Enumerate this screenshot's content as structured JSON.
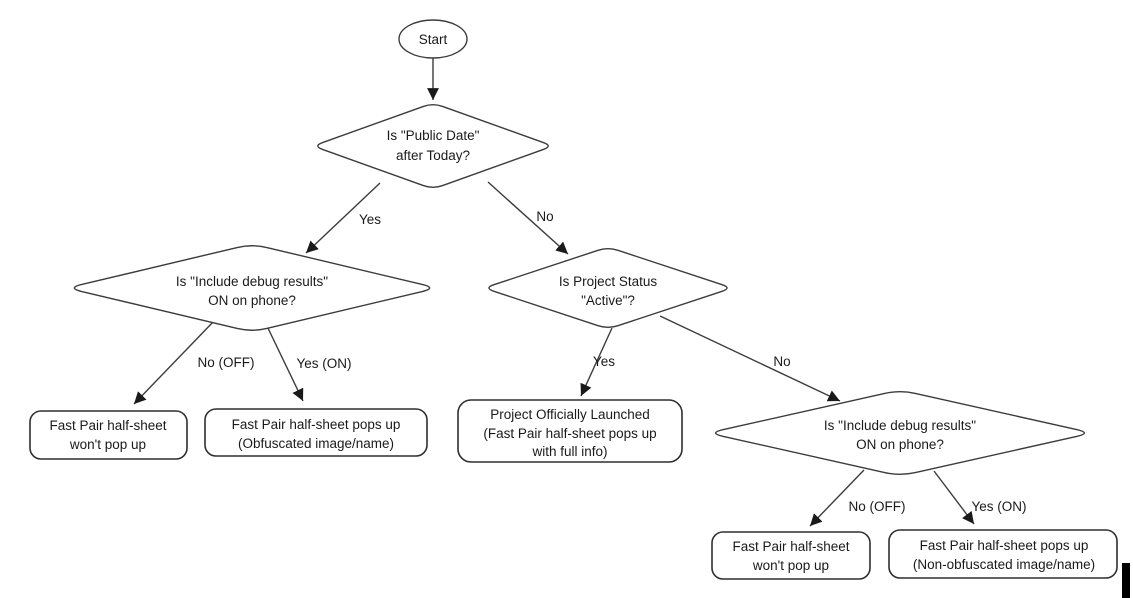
{
  "flow": {
    "start": {
      "label": "Start"
    },
    "decisions": {
      "public_date": {
        "lines": [
          "Is \"Public Date\"",
          "after Today?"
        ]
      },
      "debug_left": {
        "lines": [
          "Is \"Include debug results\"",
          "ON on phone?"
        ]
      },
      "project_status": {
        "lines": [
          "Is Project Status",
          "\"Active\"?"
        ]
      },
      "debug_right": {
        "lines": [
          "Is \"Include debug results\"",
          "ON on phone?"
        ]
      }
    },
    "outcomes": {
      "no_popup_left": {
        "lines": [
          "Fast Pair half-sheet",
          "won't pop up"
        ]
      },
      "obfuscated": {
        "lines": [
          "Fast Pair half-sheet pops up",
          "(Obfuscated image/name)"
        ]
      },
      "launched": {
        "lines": [
          "Project Officially Launched",
          "(Fast Pair half-sheet pops up",
          "with full info)"
        ]
      },
      "no_popup_right": {
        "lines": [
          "Fast Pair half-sheet",
          "won't pop up"
        ]
      },
      "non_obfuscated": {
        "lines": [
          "Fast Pair half-sheet pops up",
          "(Non-obfuscated image/name)"
        ]
      }
    },
    "edge_labels": {
      "yes_top": "Yes",
      "no_top": "No",
      "no_off_left": "No (OFF)",
      "yes_on_left": "Yes (ON)",
      "yes_mid": "Yes",
      "no_mid": "No",
      "no_off_right": "No (OFF)",
      "yes_on_right": "Yes (ON)"
    },
    "colors": {
      "stroke": "#3c3c3c",
      "text": "#1a1a1a",
      "background": "#ffffff",
      "arrowhead": "#1a1a1a"
    }
  }
}
